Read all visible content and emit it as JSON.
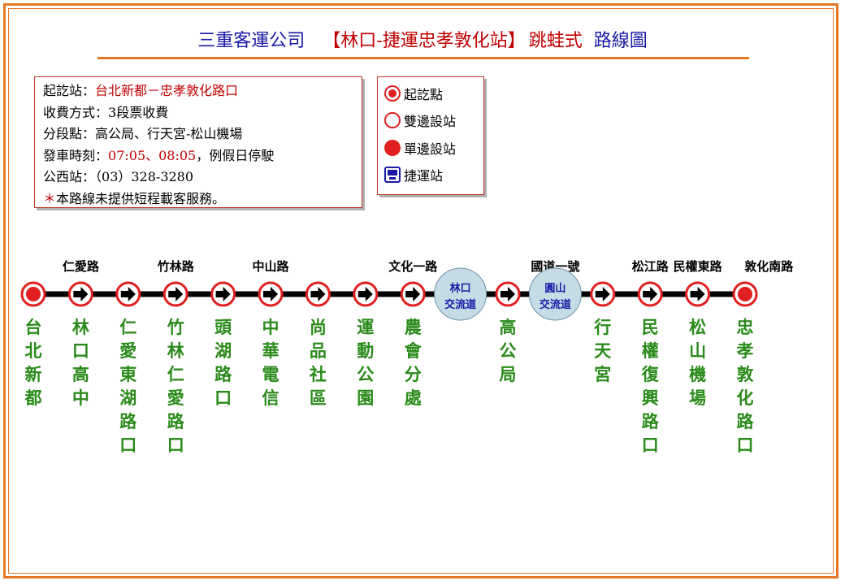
{
  "title": {
    "company": "三重客運公司",
    "route": "【林口-捷運忠孝敦化站】",
    "type": "跳蛙式",
    "map": "路線圖"
  },
  "info": {
    "start_label": "起訖站：",
    "start_value": "台北新都－忠孝敦化路口",
    "fare_label": "收費方式：",
    "fare_value": "3段票收費",
    "section_label": "分段點：",
    "section_value": "高公局、行天宮-松山機場",
    "depart_label": "發車時刻：",
    "depart_times": "07:05、08:05",
    "depart_note": "，例假日停駛",
    "phone_label": "公西站：",
    "phone_value": "（03）328-3280",
    "notice_mark": "＊",
    "notice_text": "本路線未提供短程載客服務。"
  },
  "legend": [
    {
      "icon": "terminal-icon",
      "label": "起訖點"
    },
    {
      "icon": "both-sides-stop-icon",
      "label": "雙邊設站"
    },
    {
      "icon": "single-side-stop-icon",
      "label": "單邊設站"
    },
    {
      "icon": "mrt-station-icon",
      "label": "捷運站"
    }
  ],
  "roads": [
    {
      "label": "仁愛路",
      "at": 1
    },
    {
      "label": "竹林路",
      "at": 3
    },
    {
      "label": "中山路",
      "at": 5
    },
    {
      "label": "文化一路",
      "at": 8
    },
    {
      "label": "國道一號",
      "at": 11
    },
    {
      "label": "松江路",
      "at": 13
    },
    {
      "label": "民權東路",
      "at": 14
    },
    {
      "label": "敦化南路",
      "at": 15.5
    }
  ],
  "stops": [
    {
      "type": "terminal",
      "name": "台北新都"
    },
    {
      "type": "arrow",
      "name": "林口高中"
    },
    {
      "type": "arrow",
      "name": "仁愛東湖路口"
    },
    {
      "type": "arrow",
      "name": "竹林仁愛路口"
    },
    {
      "type": "arrow",
      "name": "頭湖路口"
    },
    {
      "type": "arrow",
      "name": "中華電信"
    },
    {
      "type": "arrow",
      "name": "尚品社區"
    },
    {
      "type": "arrow",
      "name": "運動公園"
    },
    {
      "type": "arrow",
      "name": "農會分處"
    },
    {
      "type": "interchange",
      "name": "林口\n交流道"
    },
    {
      "type": "arrow",
      "name": "高公局"
    },
    {
      "type": "interchange",
      "name": "圓山\n交流道"
    },
    {
      "type": "arrow",
      "name": "行天宮"
    },
    {
      "type": "arrow",
      "name": "民權復興路口"
    },
    {
      "type": "arrow",
      "name": "松山機場"
    },
    {
      "type": "terminal",
      "name": "忠孝敦化路口"
    }
  ],
  "colors": {
    "frame": "#e87722",
    "stop_ring": "#e02020",
    "station_text": "#2a8a1a",
    "interchange_fill": "#c5dbe6",
    "interchange_text": "#1a1aa6",
    "title_blue": "#1a1aa6",
    "title_red": "#c00000"
  }
}
